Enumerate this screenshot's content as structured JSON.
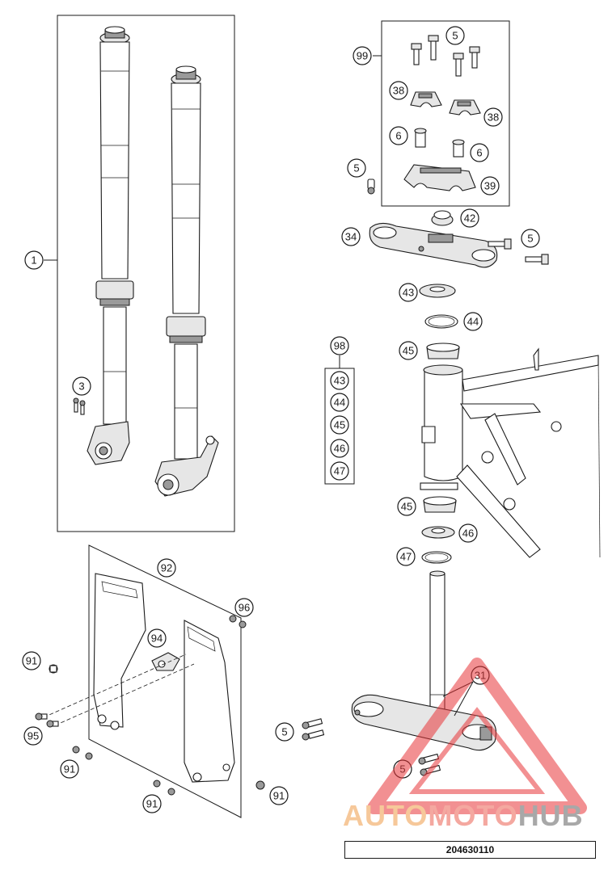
{
  "drawing_number": "204630110",
  "watermark": {
    "part1": "AUTO",
    "part2": "MOTO",
    "part3": "HUB",
    "colors": {
      "auto": "#f6c89a",
      "moto": "#f4a8a0",
      "hub": "#a8a8a8",
      "triangle": "#e8373a"
    }
  },
  "callouts": {
    "c1": "1",
    "c3": "3",
    "c99": "99",
    "c5_top": "5",
    "c38_a": "38",
    "c38_b": "38",
    "c6_a": "6",
    "c6_b": "6",
    "c5_left": "5",
    "c39": "39",
    "c42": "42",
    "c34": "34",
    "c5_clamp": "5",
    "c43": "43",
    "c44": "44",
    "c45_top": "45",
    "c98": "98",
    "c98_43": "43",
    "c98_44": "44",
    "c98_45": "45",
    "c98_46": "46",
    "c98_47": "47",
    "c45_bottom": "45",
    "c46": "46",
    "c47": "47",
    "c92": "92",
    "c96": "96",
    "c94": "94",
    "c91_a": "91",
    "c95": "95",
    "c91_b": "91",
    "c91_c": "91",
    "c91_d": "91",
    "c5_guard": "5",
    "c31": "31",
    "c5_lower": "5"
  }
}
